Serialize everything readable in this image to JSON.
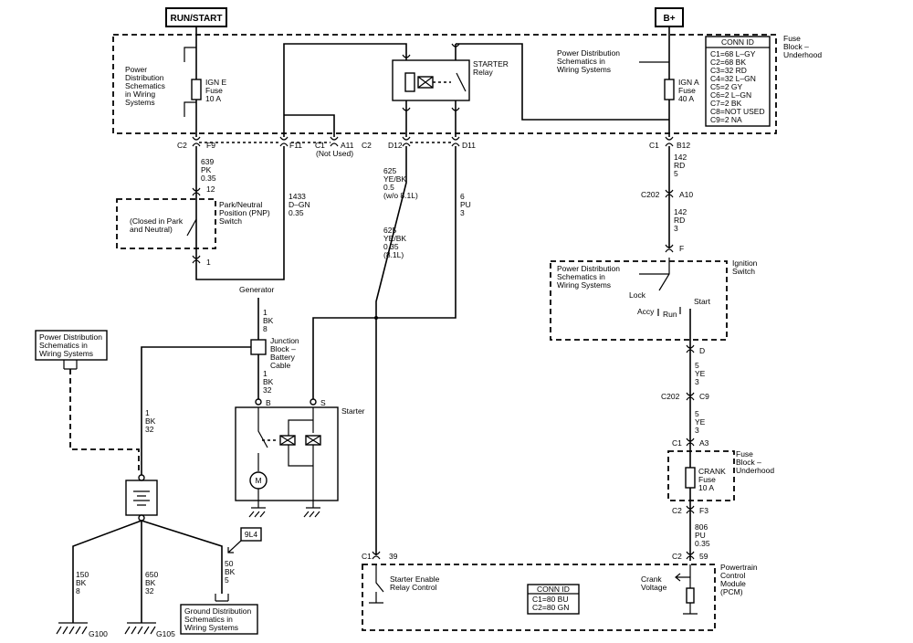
{
  "headers": {
    "run_start": "RUN/START",
    "bplus": "B+"
  },
  "fuse_block": {
    "title_lines": [
      "Fuse",
      "Block –",
      "Underhood"
    ]
  },
  "conn_id_top": {
    "title": "CONN ID",
    "rows": [
      "C1=68 L–GY",
      "C2=68 BK",
      "C3=32 RD",
      "C4=32 L–GN",
      "C5=2 GY",
      "C6=2 L–GN",
      "C7=2 BK",
      "C8=NOT USED",
      "C9=2 NA"
    ]
  },
  "ref_power_dist": [
    "Power",
    "Distribution",
    "Schematics",
    "in Wiring",
    "Systems"
  ],
  "ref_power_dist_right": [
    "Power Distribution",
    "Schematics in",
    "Wiring Systems"
  ],
  "ign_e_fuse": [
    "IGN E",
    "Fuse",
    "10 A"
  ],
  "ign_a_fuse": [
    "IGN A",
    "Fuse",
    "40 A"
  ],
  "starter_relay": [
    "STARTER",
    "Relay"
  ],
  "connectors": {
    "c2_f9": [
      "C2",
      "F9"
    ],
    "f11": "F11",
    "c1_a11": [
      "C1",
      "A11"
    ],
    "not_used": "(Not Used)",
    "c2_d12": [
      "C2",
      "D12"
    ],
    "d11": "D11",
    "c1_b12": [
      "C1",
      "B12"
    ],
    "c202_a10": [
      "C202",
      "A10"
    ],
    "f": "F",
    "d": "D",
    "c202_c9": [
      "C202",
      "C9"
    ],
    "c1_a3": [
      "C1",
      "A3"
    ],
    "c2_f3": [
      "C2",
      "F3"
    ],
    "c2_59": [
      "C2",
      "59"
    ],
    "c1_39": [
      "C1",
      "39"
    ],
    "pnp_12": "12",
    "pnp_1": "1",
    "starter_b": "B",
    "starter_s": "S"
  },
  "wires": {
    "w639": [
      "639",
      "PK",
      "0.35"
    ],
    "w1433": [
      "1433",
      "D–GN",
      "0.35"
    ],
    "w625a": [
      "625",
      "YE/BK",
      "0.5",
      "(w/o 8.1L)"
    ],
    "w625b": [
      "625",
      "YE/BK",
      "0.35",
      "(8.1L)"
    ],
    "w6": [
      "6",
      "PU",
      "3"
    ],
    "w142a": [
      "142",
      "RD",
      "5"
    ],
    "w142b": [
      "142",
      "RD",
      "3"
    ],
    "w1a": [
      "1",
      "BK",
      "8"
    ],
    "w1b": [
      "1",
      "BK",
      "32"
    ],
    "w1c": [
      "1",
      "BK",
      "32"
    ],
    "w5a": [
      "5",
      "YE",
      "3"
    ],
    "w5b": [
      "5",
      "YE",
      "3"
    ],
    "w806": [
      "806",
      "PU",
      "0.35"
    ],
    "w150": [
      "150",
      "BK",
      "8"
    ],
    "w650": [
      "650",
      "BK",
      "32"
    ],
    "w50": [
      "50",
      "BK",
      "5"
    ]
  },
  "pnp_switch": {
    "label": [
      "Park/Neutral",
      "Position (PNP)",
      "Switch"
    ],
    "state": [
      "(Closed in Park",
      "and Neutral)"
    ]
  },
  "generator": "Generator",
  "junction_block": [
    "Junction",
    "Block –",
    "Battery",
    "Cable"
  ],
  "starter": "Starter",
  "motor": "M",
  "ignition_switch": {
    "label": [
      "Ignition",
      "Switch"
    ],
    "ref": [
      "Power Distribution",
      "Schematics in",
      "Wiring Systems"
    ],
    "lock": "Lock",
    "accy": "Accy",
    "run": "Run",
    "start": "Start"
  },
  "fuse_block_lower": {
    "title": [
      "Fuse",
      "Block –",
      "Underhood"
    ],
    "fuse": [
      "CRANK",
      "Fuse",
      "10 A"
    ]
  },
  "left_ref": [
    "Power Distribution",
    "Schematics in",
    "Wiring Systems"
  ],
  "ground_ref": [
    "Ground Distribution",
    "Schematics in",
    "Wiring Systems"
  ],
  "page_ref": "9L4",
  "grounds": {
    "g100": "G100",
    "g105": "G105"
  },
  "pcm": {
    "label": [
      "Powertrain",
      "Control",
      "Module",
      "(PCM)"
    ],
    "starter_enable": [
      "Starter Enable",
      "Relay Control"
    ],
    "crank_voltage": [
      "Crank",
      "Voltage"
    ],
    "conn_title": "CONN ID",
    "conn_rows": [
      "C1=80 BU",
      "C2=80 GN"
    ]
  }
}
